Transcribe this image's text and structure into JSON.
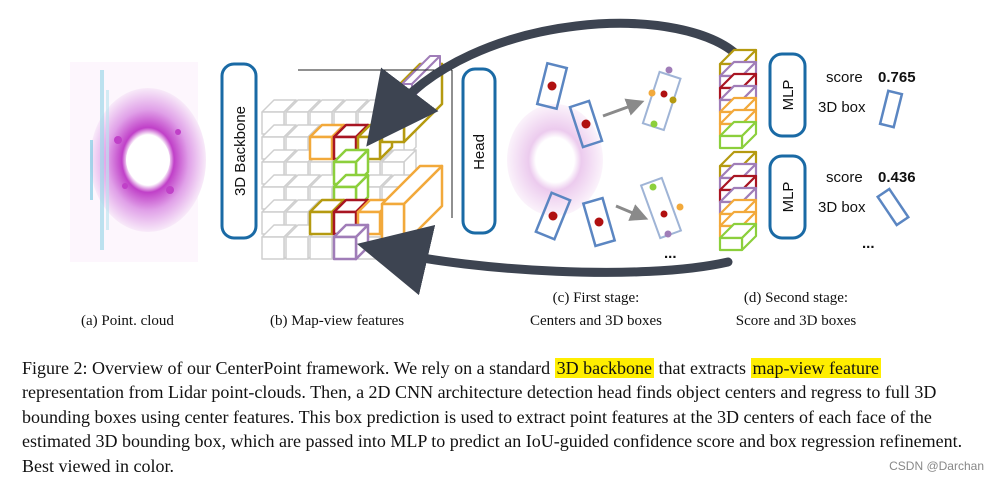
{
  "modules": {
    "backbone": "3D Backbone",
    "head": "Head",
    "mlp_top": "MLP",
    "mlp_bottom": "MLP"
  },
  "outputs": {
    "score_label": "score",
    "score_top": "0.765",
    "score_bottom": "0.436",
    "box_label": "3D box",
    "ellipsis": "..."
  },
  "subcaptions": {
    "a": "(a) Point. cloud",
    "b": "(b) Map-view features",
    "c_line1": "(c) First stage:",
    "c_line2": "Centers and 3D boxes",
    "d_line1": "(d) Second stage:",
    "d_line2": "Score and 3D boxes"
  },
  "caption": {
    "part1": "Figure 2: Overview of our CenterPoint framework.  We rely on a standard ",
    "hl1": "3D backbone",
    "part2": " that extracts ",
    "hl2": "map-view feature",
    "part3": " representation from Lidar point-clouds. Then, a 2D CNN architecture detection head finds object centers and regress to full 3D bounding boxes using center features. This box prediction is used to extract point features at the 3D centers of each face of the estimated 3D bounding box, which are passed into MLP to predict an IoU-guided confidence score and box regression refinement. Best viewed in color."
  },
  "watermark": "CSDN @Darchan",
  "colors": {
    "module_border": "#1a6aa5",
    "arrow": "#3d4451",
    "box_stroke": "#5b86c2",
    "center_dot": "#b01010",
    "highlight": "#ffee00",
    "feat_orange": "#f2a93b",
    "feat_olive": "#b59a10",
    "feat_green": "#8ccf3c",
    "feat_red": "#a81522",
    "feat_purple": "#a07db8"
  }
}
